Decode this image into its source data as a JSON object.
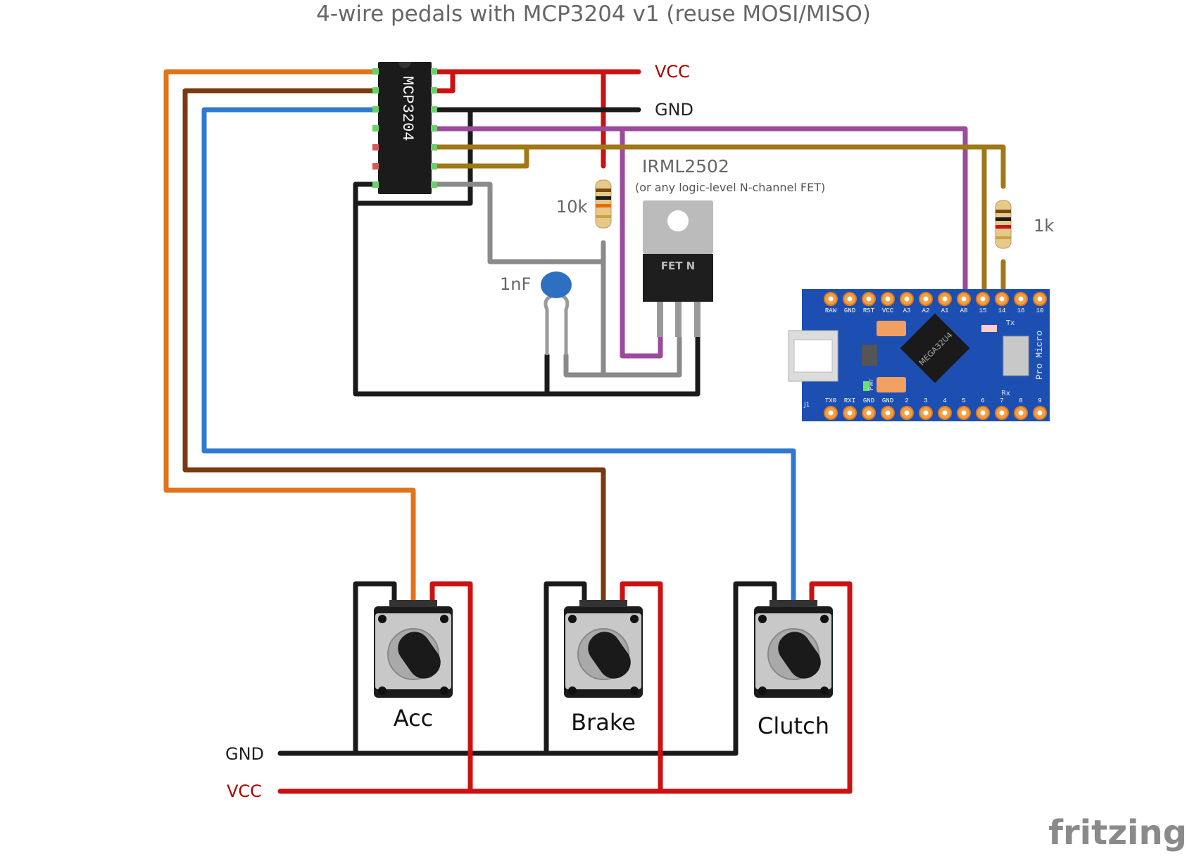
{
  "title": "4-wire pedals with MCP3204 v1 (reuse MOSI/MISO)",
  "chip_label": "MCP3204",
  "rail_labels": {
    "vcc_top": "VCC",
    "gnd_top": "GND",
    "gnd_bottom": "GND",
    "vcc_bottom": "VCC"
  },
  "fet": {
    "name": "IRML2502",
    "note": "(or any logic-level N-channel FET)",
    "body_text": "FET N"
  },
  "resistor_10k": "10k",
  "resistor_1k": "1k",
  "capacitor": "1nF",
  "pro_micro": {
    "brand_text": "Pro Micro",
    "chip_text": "MEGA32U4",
    "top_pins": [
      "RAW",
      "GND",
      "RST",
      "VCC",
      "A3",
      "A2",
      "A1",
      "A0",
      "15",
      "14",
      "16",
      "10"
    ],
    "bottom_pins": [
      "TX0",
      "RXI",
      "GND",
      "GND",
      "2",
      "3",
      "4",
      "5",
      "6",
      "7",
      "8",
      "9"
    ],
    "tx": "Tx",
    "rx": "Rx",
    "pwr": "Pwr",
    "j1": "J1"
  },
  "pedals": [
    {
      "name": "Acc",
      "wire_color": "#e2731b"
    },
    {
      "name": "Brake",
      "wire_color": "#7a3a0f"
    },
    {
      "name": "Clutch",
      "wire_color": "#2f7ad0"
    }
  ],
  "watermark": "fritzing",
  "colors": {
    "vcc": "#cc1111",
    "gnd": "#1a1a1a",
    "purple": "#9c4a9c",
    "olive": "#a07818",
    "grey": "#8a8a8a",
    "board": "#1d4fb3",
    "vcc_text": "#b00000"
  }
}
